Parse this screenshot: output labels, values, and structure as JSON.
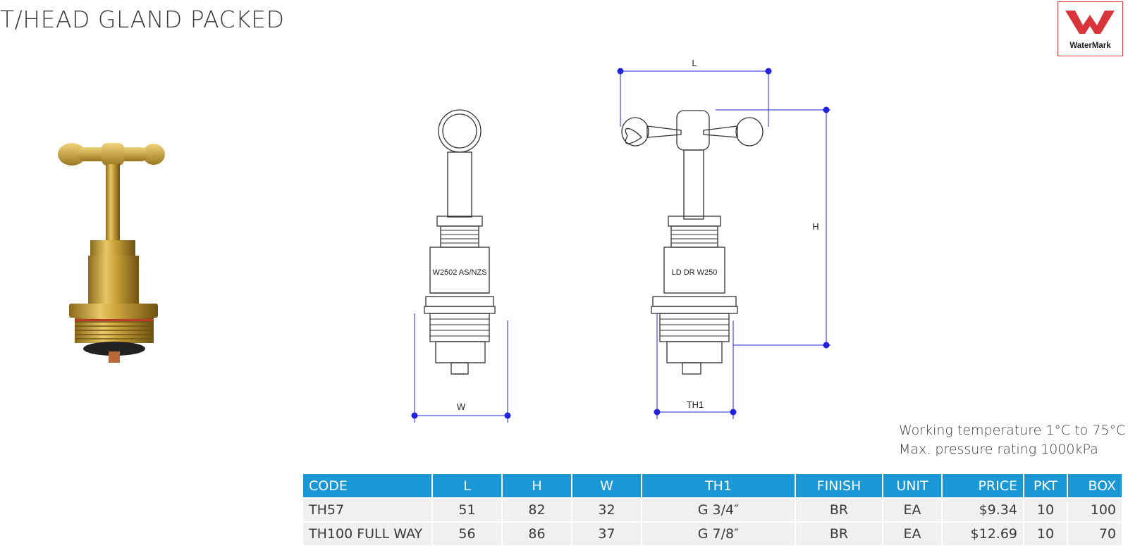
{
  "header": {
    "title": "T/HEAD GLAND PACKED"
  },
  "logo": {
    "text": "WaterMark",
    "color": "#d9343a"
  },
  "drawing": {
    "dim_l": "L",
    "dim_h": "H",
    "dim_w": "W",
    "dim_th1": "TH1",
    "side_marking": "W2502 AS/NZS",
    "front_marking": "LD DR W250"
  },
  "specs": {
    "line1": "Working temperature 1°C to 75°C",
    "line2": "Max. pressure rating 1000kPa"
  },
  "table": {
    "headers": [
      "CODE",
      "L",
      "H",
      "W",
      "TH1",
      "FINISH",
      "UNIT",
      "PRICE",
      "PKT",
      "BOX"
    ],
    "rows": [
      [
        "TH57",
        "51",
        "82",
        "32",
        "G 3/4″",
        "BR",
        "EA",
        "$9.34",
        "10",
        "100"
      ],
      [
        "TH100 FULL WAY",
        "56",
        "86",
        "37",
        "G 7/8″",
        "BR",
        "EA",
        "$12.69",
        "10",
        "70"
      ]
    ]
  },
  "colors": {
    "header_bg": "#1a97d5",
    "row_bg": "#f0f0f0",
    "dim_line": "#2222dd"
  }
}
